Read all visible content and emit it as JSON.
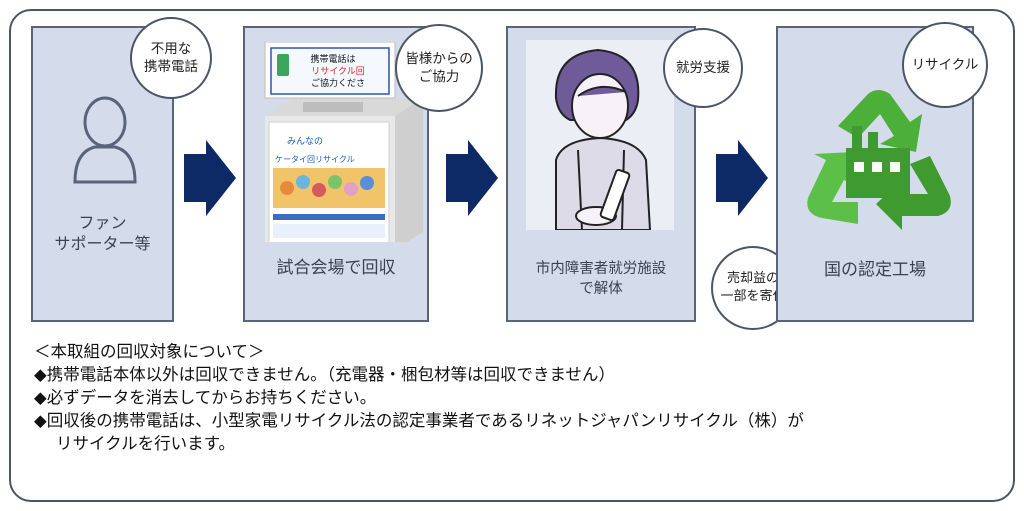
{
  "steps": [
    {
      "label_lines": [
        "ファン",
        "サポーター等"
      ],
      "bubble_lines": [
        "不用な",
        "携帯電話"
      ],
      "icon": "person-silhouette-icon"
    },
    {
      "label": "試合会場で回収",
      "bubble_lines": [
        "皆様からの",
        "ご協力"
      ],
      "icon": "collection-box-icon",
      "box": {
        "poster_top_lines": [
          "携帯電話は",
          "リサイクル回",
          "ご協力くださ"
        ],
        "poster_title_small": "みんなの",
        "poster_title": "ケータイ回リサイクル"
      }
    },
    {
      "label_lines": [
        "市内障害者就労施設",
        "で解体"
      ],
      "bubble_lines": [
        "就労支援"
      ],
      "icon": "worker-illustration-icon"
    },
    {
      "label": "国の認定工場",
      "bubble_lines": [
        "リサイクル"
      ],
      "icon": "recycle-factory-icon"
    }
  ],
  "extra_bubble": {
    "lines": [
      "売却益の",
      "一部を寄付"
    ]
  },
  "notes": {
    "heading": "＜本取組の回収対象について＞",
    "items": [
      "◆携帯電話本体以外は回収できません。（充電器・梱包材等は回収できません）",
      "◆必ずデータを消去してからお持ちください。",
      "◆回収後の携帯電話は、小型家電リサイクル法の認定事業者であるリネットジャパンリサイクル（株）が"
    ],
    "continuation": "リサイクルを行います。"
  },
  "colors": {
    "panel": "#d4dcec",
    "border": "#59637a",
    "arrow": "#0d2a66",
    "recycle_green": "#4caf3a"
  }
}
